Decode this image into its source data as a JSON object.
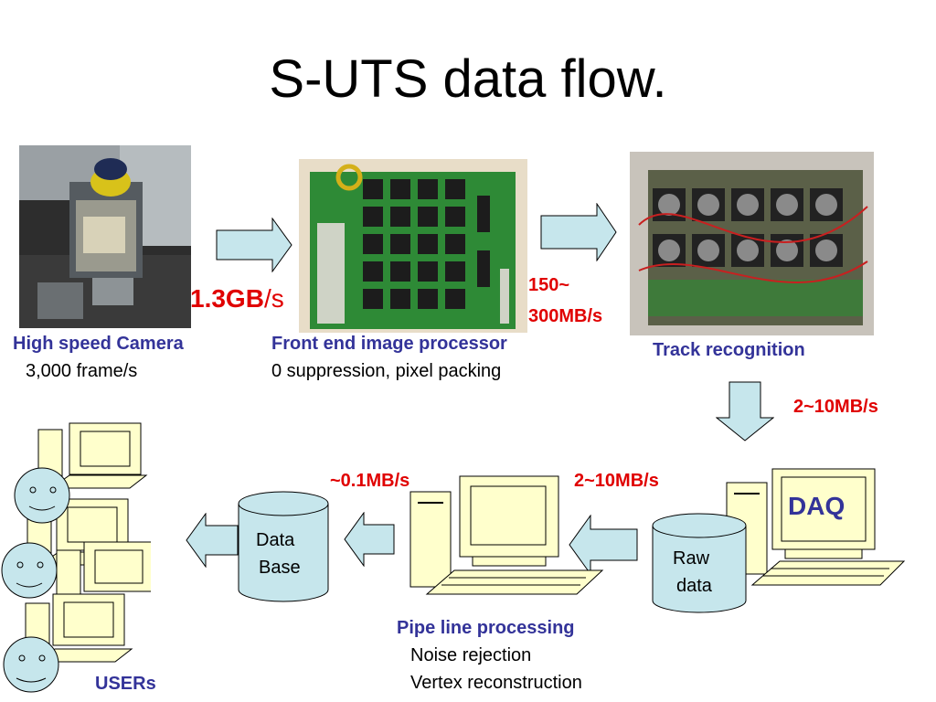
{
  "title": "S-UTS data flow.",
  "camera": {
    "label": "High speed Camera",
    "detail": "3,000 frame/s"
  },
  "rate_camera": {
    "value": "1.3GB",
    "unit": "/s"
  },
  "fep": {
    "label": "Front end image processor",
    "detail": "0 suppression, pixel packing"
  },
  "rate_fep": {
    "line1": "150~",
    "line2": "300MB/s"
  },
  "track": {
    "label": "Track recognition"
  },
  "rate_track": "2~10MB/s",
  "daq": {
    "label": "DAQ"
  },
  "raw": {
    "line1": "Raw",
    "line2": "data"
  },
  "rate_daq": "2~10MB/s",
  "rate_pipe": "~0.1MB/s",
  "pipeline": {
    "label": "Pipe line processing",
    "detail1": "Noise rejection",
    "detail2": "Vertex reconstruction"
  },
  "database": {
    "line1": "Data",
    "line2": "Base"
  },
  "users": {
    "label": "USERs"
  },
  "colors": {
    "accent_blue": "#333399",
    "rate_red": "#e00000",
    "arrow_fill": "#c6e6ec",
    "computer_fill": "#ffffcc",
    "cylinder_fill": "#c6e6ec"
  }
}
